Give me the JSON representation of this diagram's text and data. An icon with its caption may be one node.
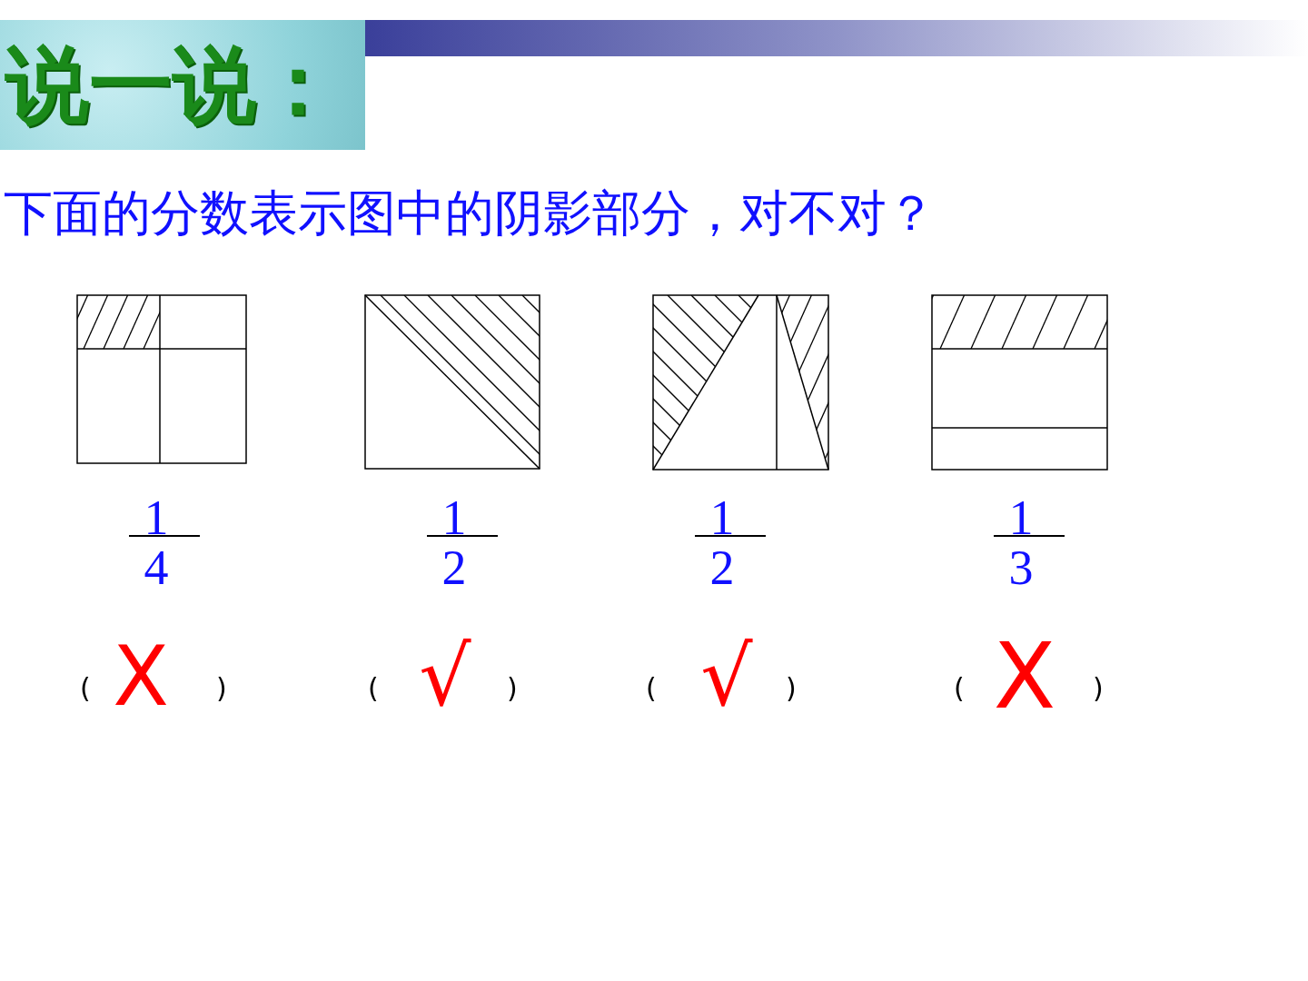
{
  "diagram": {
    "title": "说一说：",
    "labels": [
      "下面的分数表示图中的阴影部分，对不对？",
      "1",
      "4",
      "1",
      "2",
      "1",
      "2",
      "1",
      "3",
      "(",
      "X",
      ")",
      "(",
      "√",
      ")",
      "(",
      "√",
      ")",
      "(",
      "X",
      ")"
    ]
  }
}
